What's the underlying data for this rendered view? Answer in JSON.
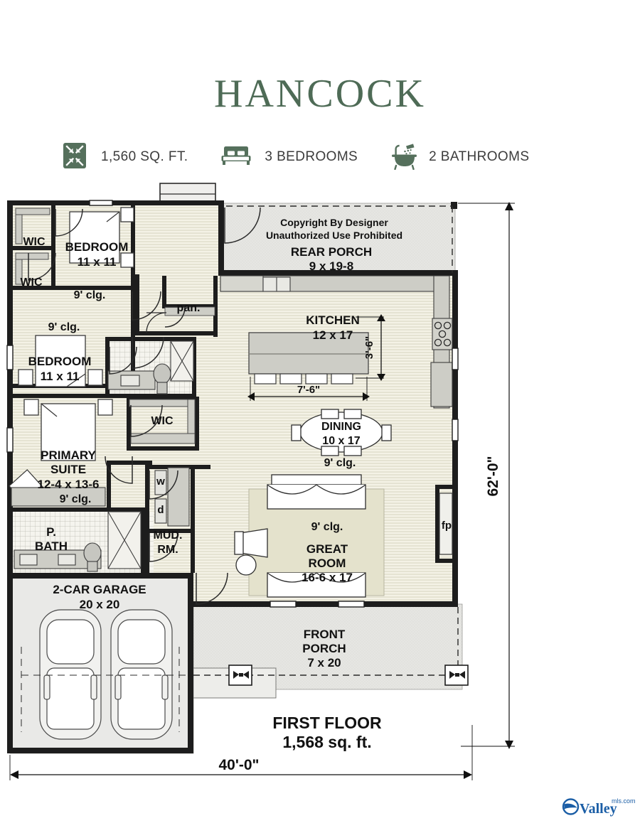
{
  "header": {
    "title": "HANCOCK",
    "title_color": "#4e6b56",
    "specs": [
      {
        "icon": "area-icon",
        "label": "1,560 SQ. FT."
      },
      {
        "icon": "bed-icon",
        "label": "3 BEDROOMS"
      },
      {
        "icon": "bathtub-icon",
        "label": "2 BATHROOMS"
      }
    ],
    "accent_color": "#55705c"
  },
  "floorplan": {
    "copyright_line_1": "Copyright By Designer",
    "copyright_line_2": "Unauthorized Use Prohibited",
    "overall_width": "40'-0\"",
    "overall_depth": "62'-0\"",
    "footer_title": "FIRST FLOOR",
    "footer_area": "1,568 sq. ft.",
    "rooms": [
      {
        "name": "WIC",
        "size": "",
        "ceiling": ""
      },
      {
        "name": "WIC",
        "size": "",
        "ceiling": ""
      },
      {
        "name": "BEDROOM",
        "size": "11 x 11",
        "ceiling": "9' clg."
      },
      {
        "name": "BEDROOM",
        "size": "11 x 11",
        "ceiling": "9' clg."
      },
      {
        "name": "PRIMARY SUITE",
        "size": "12-4 x 13-6",
        "ceiling": "9' clg."
      },
      {
        "name": "WIC",
        "size": "",
        "ceiling": ""
      },
      {
        "name": "P. BATH",
        "size": "",
        "ceiling": ""
      },
      {
        "name": "MUD. RM.",
        "size": "",
        "ceiling": ""
      },
      {
        "name": "2-CAR GARAGE",
        "size": "20 x 20",
        "ceiling": ""
      },
      {
        "name": "REAR PORCH",
        "size": "9 x 19-8",
        "ceiling": ""
      },
      {
        "name": "KITCHEN",
        "size": "12 x 17",
        "ceiling": ""
      },
      {
        "name": "pan.",
        "size": "",
        "ceiling": ""
      },
      {
        "name": "DINING",
        "size": "10 x 17",
        "ceiling": "9' clg."
      },
      {
        "name": "GREAT ROOM",
        "size": "16-6 x 17",
        "ceiling": "9' clg."
      },
      {
        "name": "FRONT PORCH",
        "size": "7 x 20",
        "ceiling": ""
      }
    ],
    "labels": {
      "wic_1": "WIC",
      "wic_2": "WIC",
      "wic_3": "WIC",
      "bedroom_1_name": "BEDROOM",
      "bedroom_1_size": "11 x 11",
      "bedroom_2_name": "BEDROOM",
      "bedroom_2_size": "11 x 11",
      "clg_hall_upper": "9' clg.",
      "clg_hall_lower": "9' clg.",
      "primary_name_1": "PRIMARY",
      "primary_name_2": "SUITE",
      "primary_size": "12-4 x 13-6",
      "primary_clg": "9' clg.",
      "pbath_line_1": "P.",
      "pbath_line_2": "BATH",
      "mud_line_1": "MUD.",
      "mud_line_2": "RM.",
      "washer": "w",
      "dryer": "d",
      "garage_name": "2-CAR GARAGE",
      "garage_size": "20 x 20",
      "rear_porch_name": "REAR PORCH",
      "rear_porch_size": "9 x 19-8",
      "pantry": "pan.",
      "kitchen_name": "KITCHEN",
      "kitchen_size": "12 x 17",
      "kitchen_dim_v": "3'-6\"",
      "kitchen_dim_h": "7'-6\"",
      "dining_name": "DINING",
      "dining_size": "10 x 17",
      "dining_clg": "9' clg.",
      "great_clg": "9' clg.",
      "great_name_1": "GREAT",
      "great_name_2": "ROOM",
      "great_size": "16-6 x 17",
      "fireplace": "fp",
      "front_porch_1": "FRONT",
      "front_porch_2": "PORCH",
      "front_porch_3": "7 x 20"
    },
    "colors": {
      "wall": "#1a1a1a",
      "floor_hatch": "#f2f0e4",
      "porch_fill": "#e4e5e3",
      "cabinet_fill": "#cfcfc8",
      "rug_fill": "#e3e1cb",
      "garage_fill": "#e8e8e6"
    }
  },
  "footer": {
    "logo_text": "Valley",
    "logo_sup": "mls.com",
    "logo_color": "#1b5ea6"
  }
}
